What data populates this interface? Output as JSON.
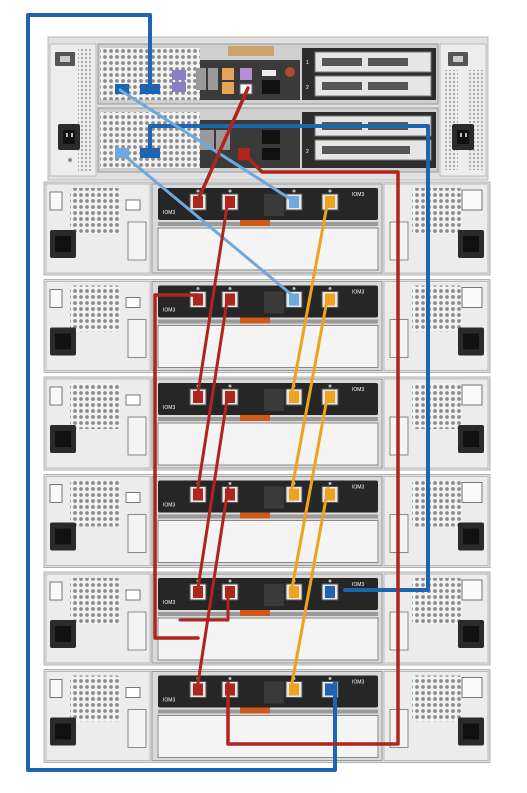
{
  "controllers": [
    {
      "slots": [
        "1",
        "2"
      ]
    },
    {
      "slots": [
        "1",
        "2"
      ]
    }
  ],
  "shelves": [
    {
      "modules": [
        {
          "label": "IOM3"
        },
        {
          "label": "IOM3"
        }
      ]
    },
    {
      "modules": [
        {
          "label": "IOM3"
        },
        {
          "label": "IOM3"
        }
      ]
    },
    {
      "modules": [
        {
          "label": "IOM3"
        },
        {
          "label": "IOM3"
        }
      ]
    },
    {
      "modules": [
        {
          "label": "IOM3"
        },
        {
          "label": "IOM3"
        }
      ]
    },
    {
      "modules": [
        {
          "label": "IOM3"
        },
        {
          "label": "IOM3"
        }
      ]
    },
    {
      "modules": [
        {
          "label": "IOM3"
        },
        {
          "label": "IOM3"
        }
      ]
    }
  ],
  "colors": {
    "sas_primary": "#1f63b3",
    "sas_light": "#6ea9dd",
    "sas_red": "#b0251b",
    "sas_orange": "#f0a21c",
    "chassis": "#e4e4e4",
    "module": "#2a2a2a"
  },
  "icons": {
    "power_supply": "power-supply-icon",
    "fan_grille": "fan-grille-icon",
    "sas_port": "sas-port-icon"
  }
}
